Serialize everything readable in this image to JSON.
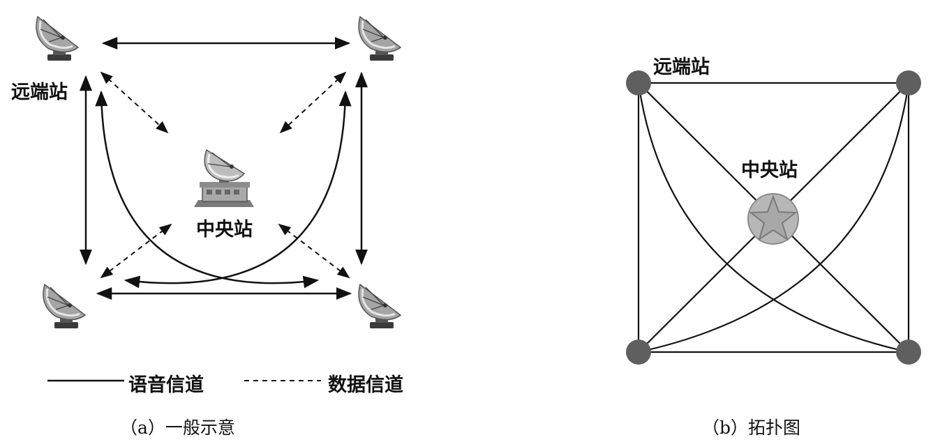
{
  "panel_a": {
    "remote_label": "远端站",
    "central_label": "中央站",
    "legend": {
      "voice_label": "语音信道",
      "data_label": "数据信道"
    },
    "caption": "（a）一般示意"
  },
  "panel_b": {
    "remote_label": "远端站",
    "central_label": "中央站",
    "caption": "（b）拓扑图"
  },
  "colors": {
    "line": "#111111",
    "node": "#5f5f5f",
    "center_fill": "#b7b7b7",
    "dish": "#9a9a9a"
  },
  "icons": {
    "remote": "satellite-dish-icon",
    "central": "satellite-ground-station-icon",
    "center_node": "star-icon"
  }
}
